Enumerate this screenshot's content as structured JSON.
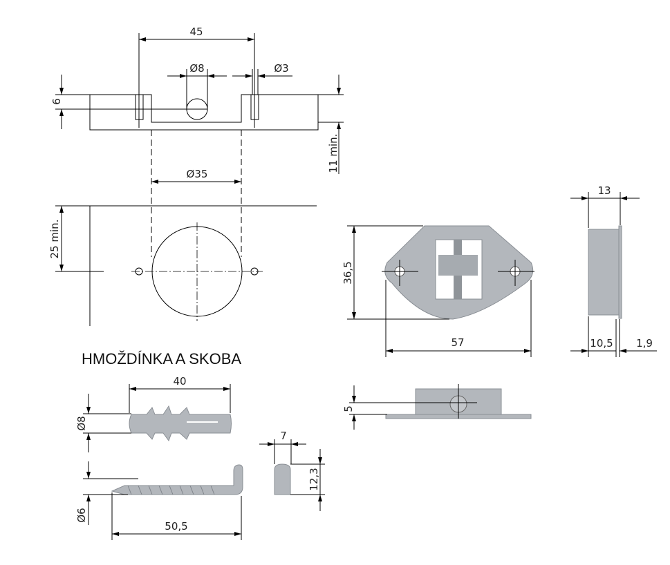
{
  "title": "HMOŽDÍNKA A SKOBA",
  "drilling": {
    "spacing": "45",
    "dia_dowel": "Ø8",
    "dia_pin": "Ø3",
    "depth": "6",
    "thickness_min": "11 min.",
    "dia_cup": "Ø35",
    "edge_min": "25 min."
  },
  "hanger": {
    "height": "36,5",
    "width": "57",
    "side_total": "13",
    "side_body": "10,5",
    "side_flange": "1,9",
    "bottom_offset": "5"
  },
  "accessories": {
    "dowel_length": "40",
    "dowel_dia": "Ø8",
    "screw_dia": "Ø6",
    "screw_length": "50,5",
    "cap_width": "7",
    "cap_height": "12,3"
  },
  "colors": {
    "part": "#b3b7bc"
  }
}
